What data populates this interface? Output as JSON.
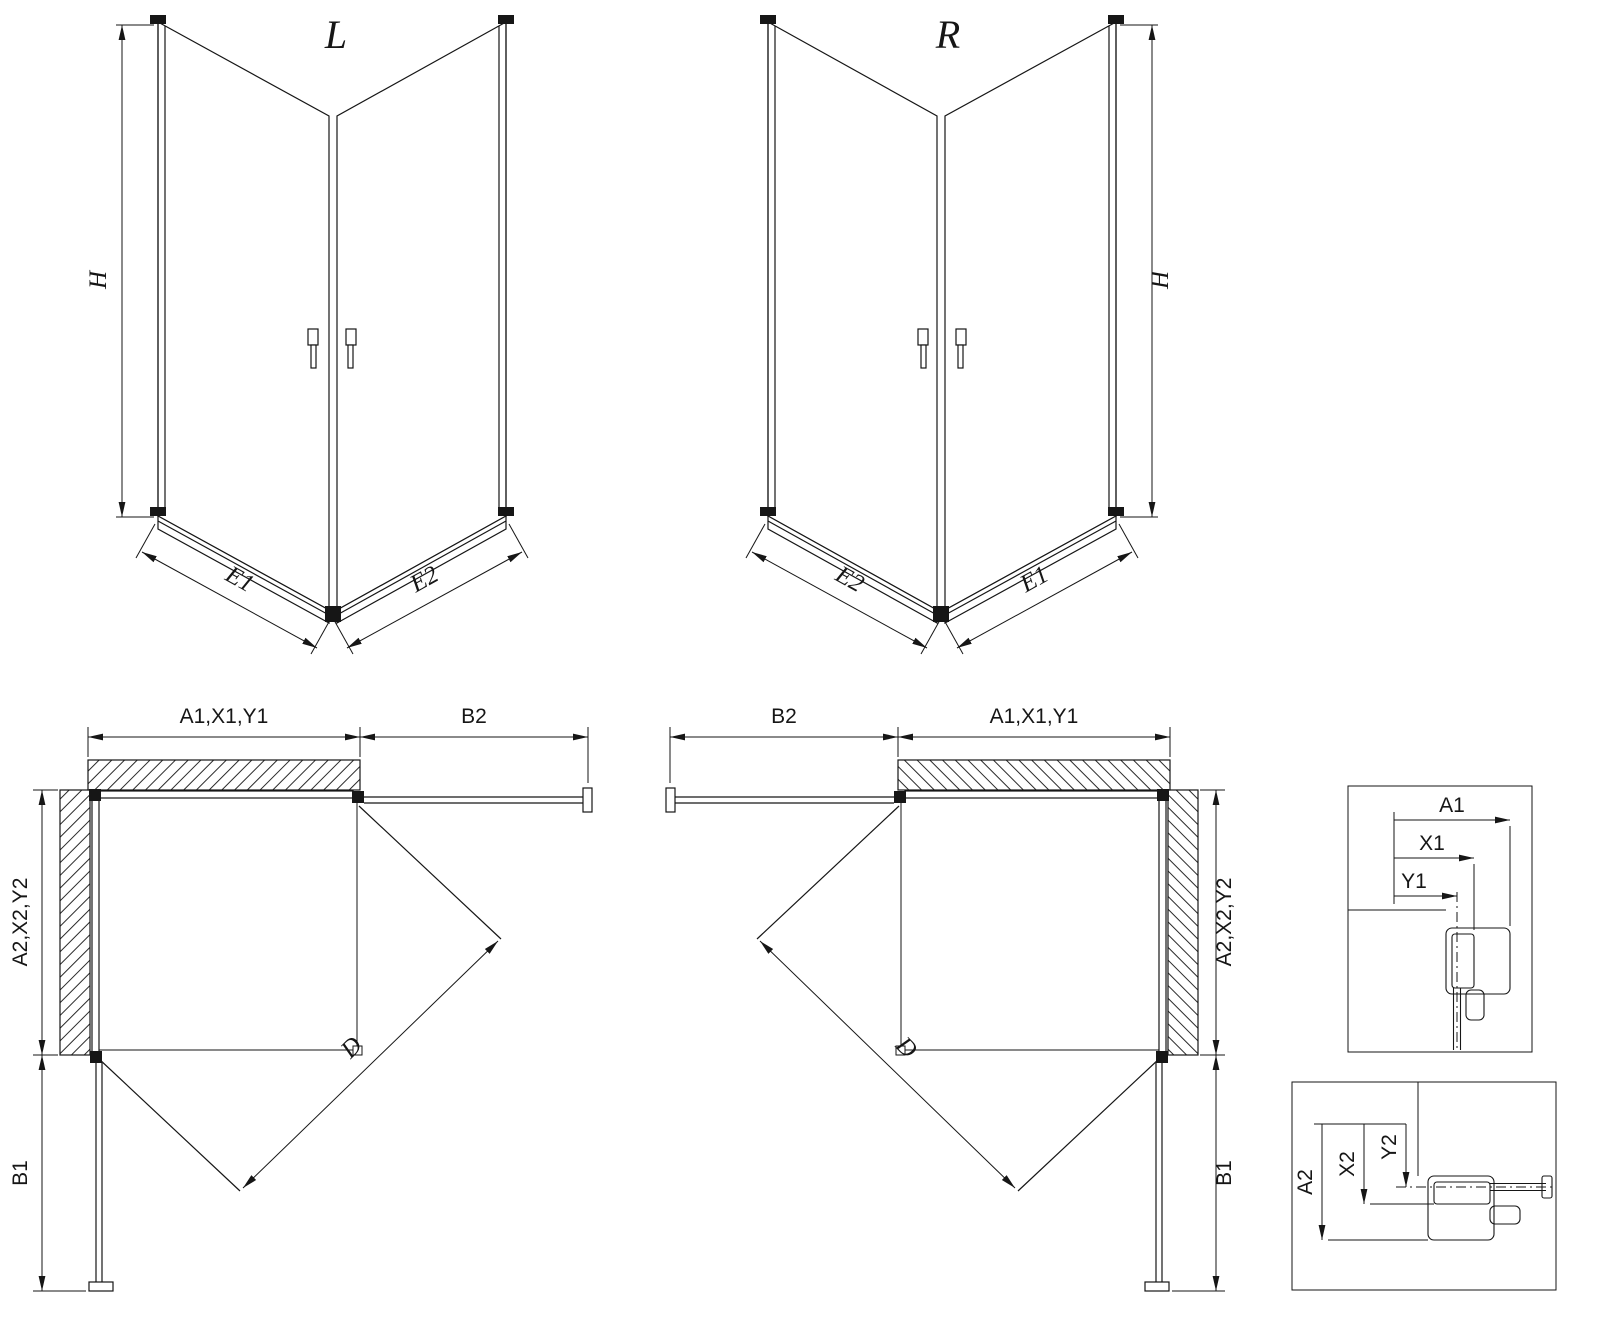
{
  "drawing": {
    "views": {
      "perspective_left": {
        "title": "L"
      },
      "perspective_right": {
        "title": "R"
      }
    },
    "labels": {
      "height": "H",
      "e1": "E1",
      "e2": "E2",
      "top_run": "A1,X1,Y1",
      "door_top": "B2",
      "side_run": "A2,X2,Y2",
      "door_side": "B1",
      "diagonal": "D"
    },
    "details": {
      "a1": "A1",
      "x1": "X1",
      "y1": "Y1",
      "a2": "A2",
      "x2": "X2",
      "y2": "Y2"
    },
    "colors": {
      "line": "#161616",
      "background": "#ffffff"
    }
  }
}
